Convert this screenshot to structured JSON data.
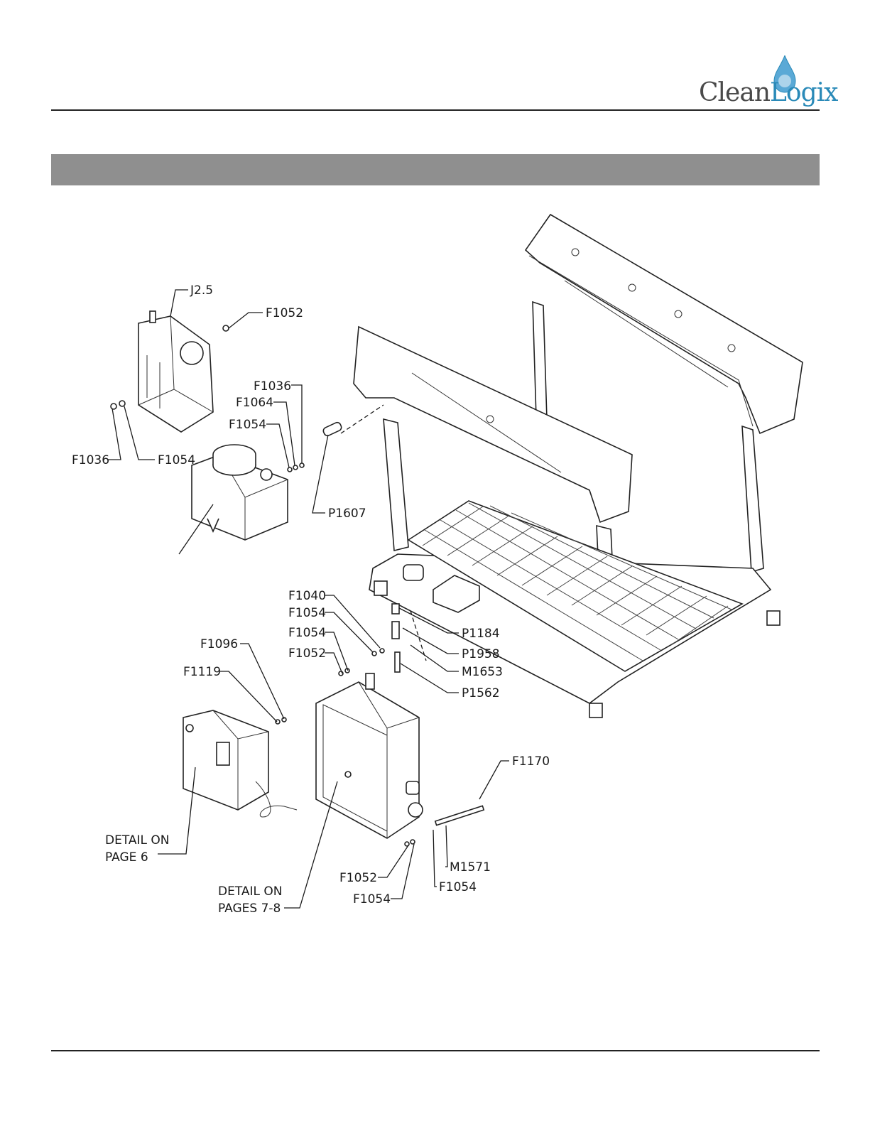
{
  "header": {
    "logo_text_a": "Clean",
    "logo_text_b": "Logix",
    "brand_colors": {
      "primary": "#2a8ab8",
      "text": "#4a4a4a",
      "banner": "#8f8f8f"
    }
  },
  "callouts": {
    "j2_5": "J2.5",
    "f1052_top": "F1052",
    "f1036_right": "F1036",
    "f1064": "F1064",
    "f1054_mid": "F1054",
    "f1036_left": "F1036",
    "f1054_left": "F1054",
    "p1607": "P1607",
    "f1040": "F1040",
    "f1054_a": "F1054",
    "f1054_b": "F1054",
    "f1052_mid": "F1052",
    "f1096": "F1096",
    "f1119": "F1119",
    "p1184": "P1184",
    "p1958": "P1958",
    "m1653": "M1653",
    "p1562": "P1562",
    "f1170": "F1170",
    "m1571": "M1571",
    "f1054_bottom_right": "F1054",
    "f1052_bottom": "F1052",
    "f1054_bottom": "F1054"
  },
  "notes": {
    "detail_page6_l1": "DETAIL ON",
    "detail_page6_l2": "PAGE 6",
    "detail_page78_l1": "DETAIL ON",
    "detail_page78_l2": "PAGES 7-8"
  }
}
